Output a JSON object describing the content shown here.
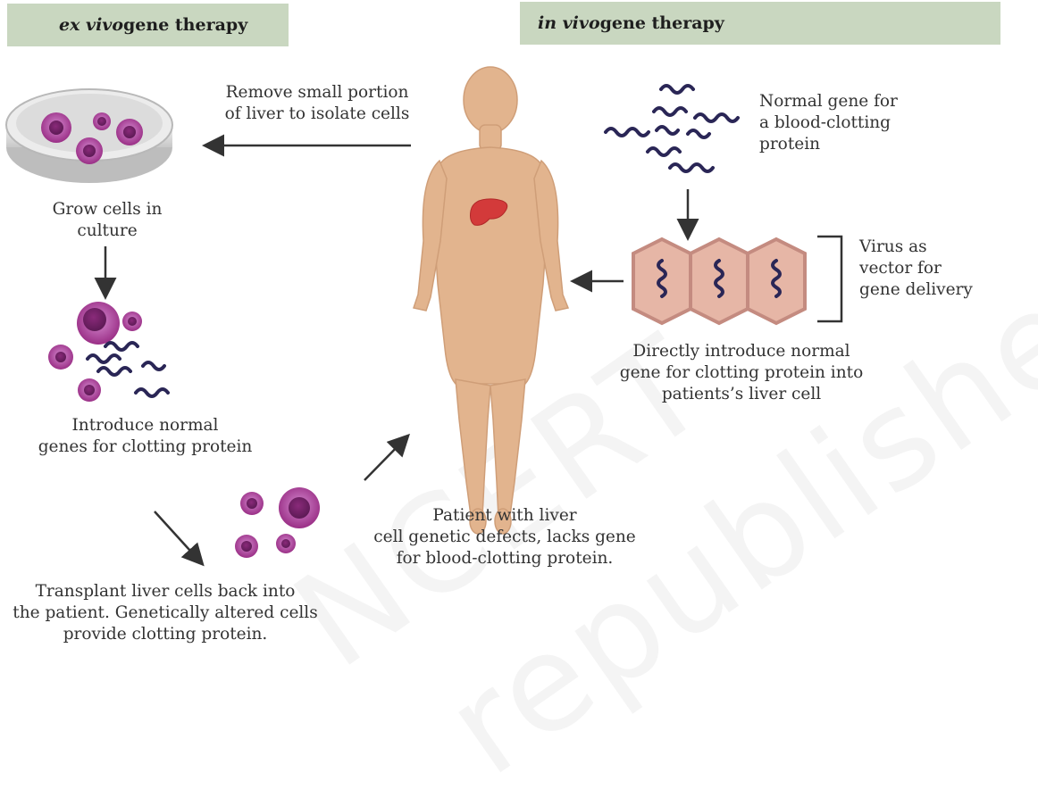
{
  "headers": {
    "ex_vivo": {
      "italic": "ex vivo",
      "rest": "gene therapy"
    },
    "in_vivo": {
      "italic": "in vivo",
      "rest": "gene therapy"
    }
  },
  "labels": {
    "remove_liver": [
      "Remove small portion",
      "of liver to isolate cells"
    ],
    "grow_cells": [
      "Grow cells in",
      "culture"
    ],
    "introduce_genes": [
      "Introduce normal",
      "genes  for clotting protein"
    ],
    "transplant": [
      "Transplant liver cells back into",
      "the patient. Genetically altered cells",
      "provide clotting protein."
    ],
    "patient": [
      "Patient with liver",
      "cell genetic defects, lacks gene",
      "for blood-clotting protein."
    ],
    "normal_gene": [
      "Normal gene for",
      "a blood-clotting",
      "protein"
    ],
    "virus_vector": [
      "Virus as",
      "vector for",
      "gene delivery"
    ],
    "directly_introduce": [
      "Directly introduce normal",
      "gene for clotting protein into",
      "patients’s liver cell"
    ]
  },
  "watermark": {
    "line1": "NCERT",
    "line2": "republished"
  },
  "colors": {
    "header_bg": "#c9d7c0",
    "skin": "#e2b48e",
    "liver": "#d33a3a",
    "cell": "#a93a8f",
    "dna": "#2a2656",
    "virus_fill": "#e6b6a6",
    "arrow": "#333333"
  }
}
